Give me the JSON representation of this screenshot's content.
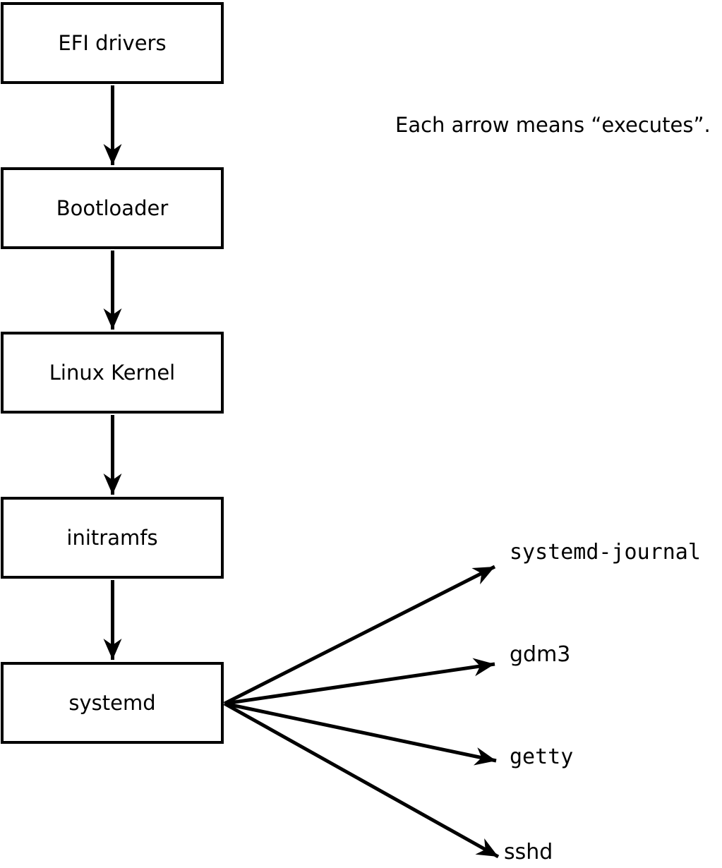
{
  "canvas": {
    "background": "#ffffff",
    "line_color": "#000000"
  },
  "caption": "Each arrow means “executes”.",
  "boot_chain": {
    "nodes": [
      {
        "label": "EFI drivers"
      },
      {
        "label": "Bootloader"
      },
      {
        "label": "Linux Kernel"
      },
      {
        "label": "initramfs"
      },
      {
        "label": "systemd"
      }
    ]
  },
  "spawned_services": [
    {
      "label": "systemd-journal"
    },
    {
      "label": "gdm3"
    },
    {
      "label": "getty"
    },
    {
      "label": "sshd"
    }
  ]
}
